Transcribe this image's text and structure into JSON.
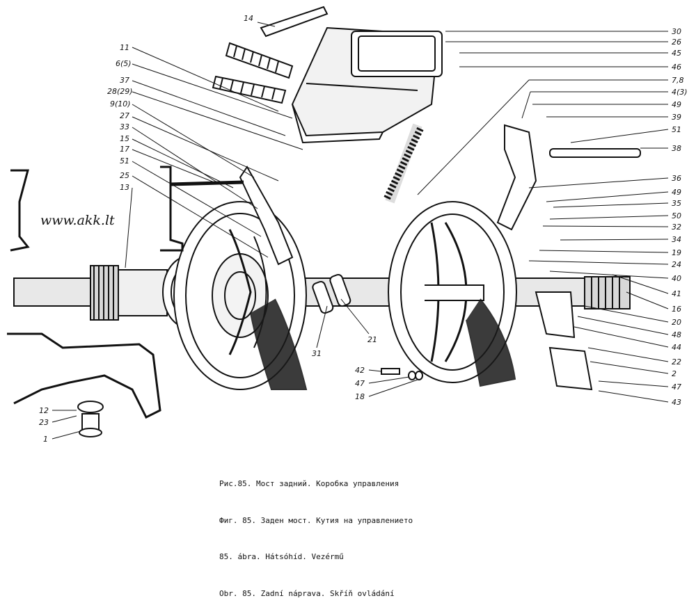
{
  "watermark": "www.akk.lt",
  "caption": {
    "lines": [
      "Рис.85. Мост задний. Коробка управления",
      "Фиг. 85. Заден мост. Кутия на управлението",
      "85. ábra. Hátsóhíd. Vezérmű",
      "Obr. 85. Zadní náprava. Skříň ovládání"
    ]
  },
  "callouts": {
    "left": [
      "14",
      "11",
      "6(5)",
      "37",
      "28(29)",
      "9(10)",
      "27",
      "33",
      "15",
      "17",
      "51",
      "25",
      "13",
      "12",
      "23",
      "1"
    ],
    "right": [
      "30",
      "26",
      "45",
      "46",
      "7,8",
      "4(3)",
      "49",
      "39",
      "51",
      "38",
      "36",
      "49",
      "35",
      "50",
      "32",
      "34",
      "19",
      "24",
      "40",
      "41",
      "16",
      "20",
      "48",
      "44",
      "22",
      "2",
      "47",
      "43"
    ],
    "bottom": [
      "31",
      "21",
      "42",
      "47",
      "18"
    ]
  }
}
